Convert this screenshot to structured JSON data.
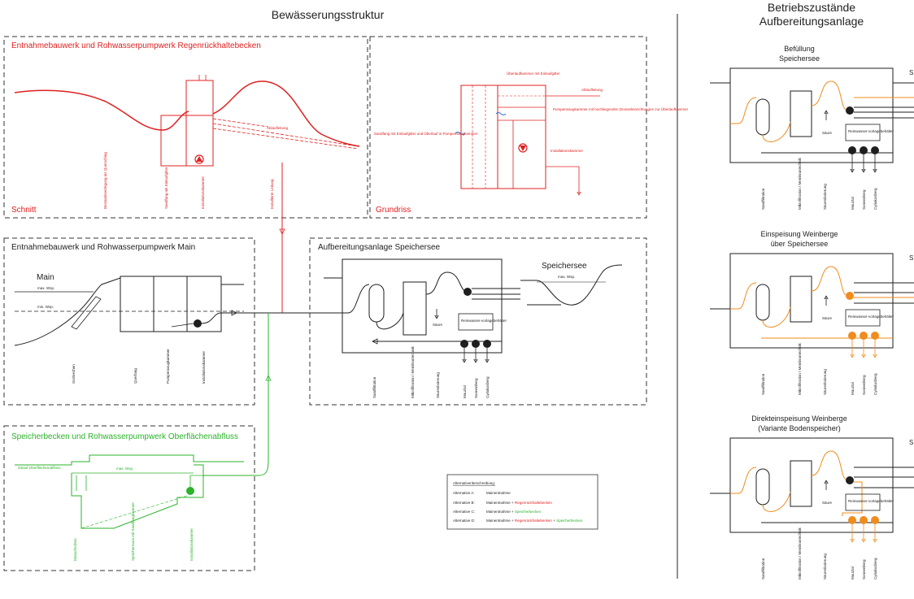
{
  "colors": {
    "red": "#e02020",
    "green": "#2bb32b",
    "orange": "#f08c1e",
    "black": "#1e1e1e",
    "dash": "#333333"
  },
  "main_title": "Bewässerungsstruktur",
  "side_title": {
    "line1": "Betriebszustände",
    "line2": "Aufbereitungsanlage"
  },
  "red_box": {
    "title": "Entnahmebauwerk und Rohwasserpumpwerk Regenrückhaltebecken",
    "schnitt_label": "Schnitt",
    "grundriss_label": "Grundriss",
    "annot_ablauf": "Ablaufleitung",
    "schnitt_vertical": [
      "Bestandsverlegung als Querschlag",
      "Sandfang mit Einlaufgitter",
      "Installationskammer",
      "Installierte Leitung"
    ],
    "grund_ueberlauf": "Überlaufkammer mit Einlaufgitter",
    "grund_ablauf": "Ablaufleitung",
    "grund_pump": "Pumpensaugkammer mit hochliegenden Drosseleinrichtungen zur Überlaufkammer",
    "grund_sandfang": "Sandfang mit Einlaufgitter und Überlauf in Pumpensaugkammer",
    "grund_install": "Installationskammer"
  },
  "main_box": {
    "title": "Entnahmebauwerk und Rohwasserpumpwerk Main",
    "river": "Main",
    "max": "max. Wsp.",
    "min": "min. Wsp.",
    "vertical": [
      "Grobrechen",
      "Querfang",
      "Pumpensaugkammer",
      "Installationskammer"
    ]
  },
  "aufb_box": {
    "title": "Aufbereitungsanlage Speichersee",
    "speichersee": "Speichersee",
    "max": "max. Wsp.",
    "saeure": "Säure",
    "tank": "Reinwasser-vorlagebehälter",
    "vertical": [
      "Sandfiltration",
      "Mikrofiltration / Membrantechnik",
      "Säuredosierung",
      "Mauztal",
      "Sonnenberg",
      "Cyriakusberg"
    ]
  },
  "green_box": {
    "title": "Speicherbecken und Rohwasserpumpwerk Oberflächenabfluss",
    "zulauf": "Zulauf Oberflächenabfluss",
    "max": "max. Wsp.",
    "vertical": [
      "Einlaufrechen",
      "Speicherraum mit Sandfangkammer",
      "Installationskammer"
    ]
  },
  "legend": {
    "title": "Alternativenbeschreibung:",
    "rows": [
      {
        "alt": "Alternative A:",
        "base": "Mainentnahme",
        "red": "",
        "join": "",
        "green": ""
      },
      {
        "alt": "Alternative B:",
        "base": "Mainentnahme + ",
        "red": "Regenrückhaltebecken",
        "join": "",
        "green": ""
      },
      {
        "alt": "Alternative C:",
        "base": "Mainentnahme + ",
        "red": "",
        "join": "",
        "green": "Speicherbecken"
      },
      {
        "alt": "Alternative D:",
        "base": "Mainentnahme + ",
        "red": "Regenrückhaltebecken",
        "join": " + ",
        "green": "Speicherbecken"
      }
    ]
  },
  "states": [
    {
      "line1": "Befüllung",
      "line2": "Speichersee"
    },
    {
      "line1": "Einspeisung Weinberge",
      "line2": "über Speichersee"
    },
    {
      "line1": "Direkteinspeisung Weinberge",
      "line2": "(Variante Bodenspeicher)"
    }
  ],
  "state_common": {
    "saeure": "Säure",
    "tank": "Reinwasser-vorlagebehälter",
    "edge_letter": "S",
    "vertical": [
      "Sandfiltration",
      "Mikrofiltration / Membrantechnik",
      "Säuredosierung",
      "Mauztal",
      "Sonnenberg",
      "Cyriakusberg"
    ]
  }
}
